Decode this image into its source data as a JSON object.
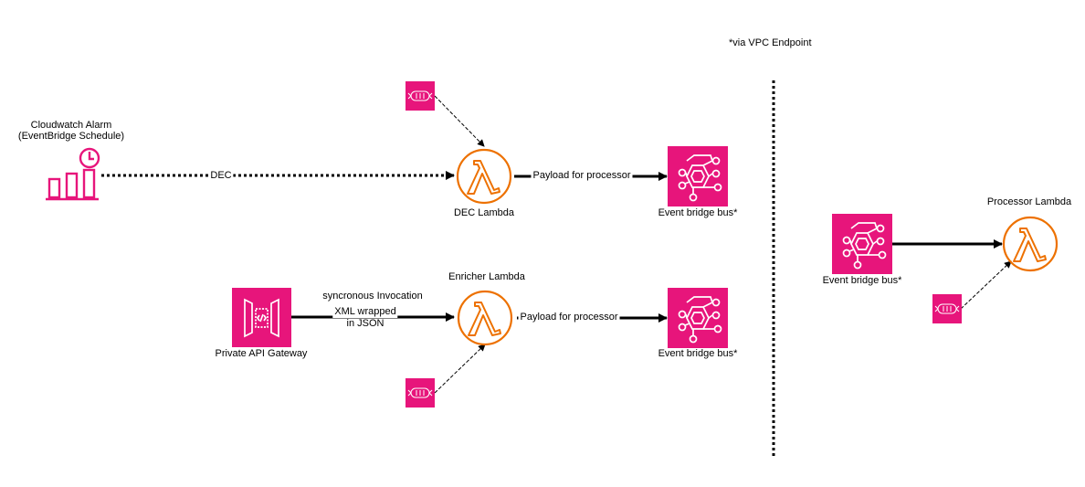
{
  "note": "*via VPC Endpoint",
  "cloudwatch": {
    "line1": "Cloudwatch Alarm",
    "line2": "(EventBridge Schedule)"
  },
  "dec_edge_label": "DEC",
  "dec_lambda": "DEC Lambda",
  "enricher_lambda": "Enricher Lambda",
  "processor_lambda": "Processor Lambda",
  "payload_label_1": "Payload for processor",
  "payload_label_2": "Payload for processor",
  "event_bus_1": "Event bridge bus*",
  "event_bus_2": "Event bridge bus*",
  "event_bus_3": "Event bridge bus*",
  "api_gateway": "Private API Gateway",
  "sync_label": "syncronous Invocation",
  "xml_label": {
    "line1": "XML wrapped",
    "line2": "in JSON"
  },
  "colors": {
    "eventbridge": "#e7157b",
    "api_gateway": "#e7157b",
    "lambda": "#ed7100",
    "cloudwatch": "#e7157b",
    "queue": "#e7157b",
    "edge": "#000000"
  },
  "icons": {
    "lambda": "lambda-icon",
    "eventbridge": "eventbridge-icon",
    "api_gateway": "api-gateway-icon",
    "cloudwatch": "cloudwatch-alarm-icon",
    "queue": "queue-icon"
  }
}
